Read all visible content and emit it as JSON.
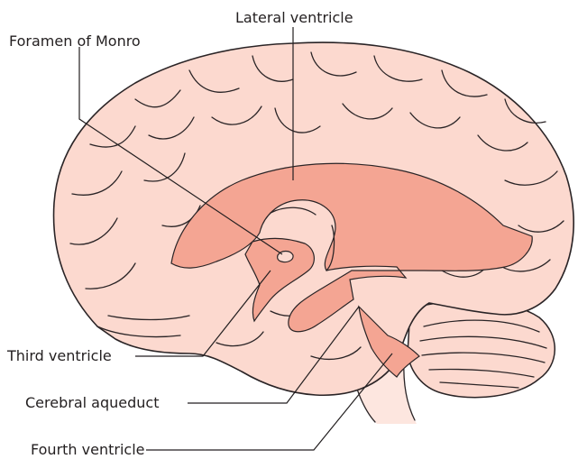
{
  "labels": {
    "lateral_ventricle": "Lateral ventricle",
    "foramen_of_monro": "Foramen of Monro",
    "third_ventricle": "Third ventricle",
    "cerebral_aqueduct": "Cerebral aqueduct",
    "fourth_ventricle": "Fourth ventricle"
  },
  "colors": {
    "brain_fill": "#fcd9cf",
    "ventricle_fill": "#f4a593",
    "outline": "#2a2426",
    "leader_line": "#231f20"
  }
}
